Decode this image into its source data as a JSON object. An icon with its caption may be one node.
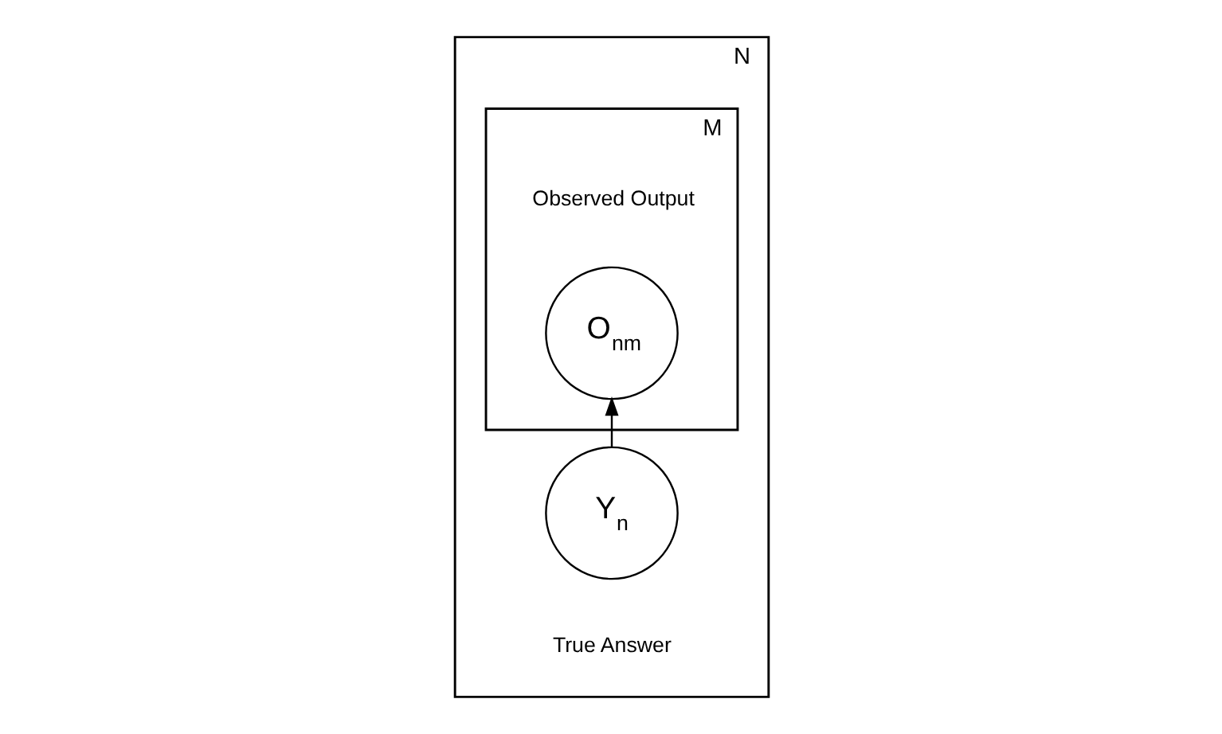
{
  "diagram": {
    "nodes": [
      {
        "text": [
          "N"
        ]
      },
      {
        "text": [
          "M"
        ],
        "in": 0
      },
      {
        "text": [
          "O$_{nm}$"
        ],
        "beside": [
          "Observed Output"
        ],
        "in": 1
      },
      {
        "text": [
          "Y$_{n}$"
        ],
        "beside": [
          "True Answer"
        ],
        "in": 0
      }
    ],
    "edges": [
      {
        "from": 3,
        "to": 2,
        "arrow": "to"
      }
    ]
  }
}
